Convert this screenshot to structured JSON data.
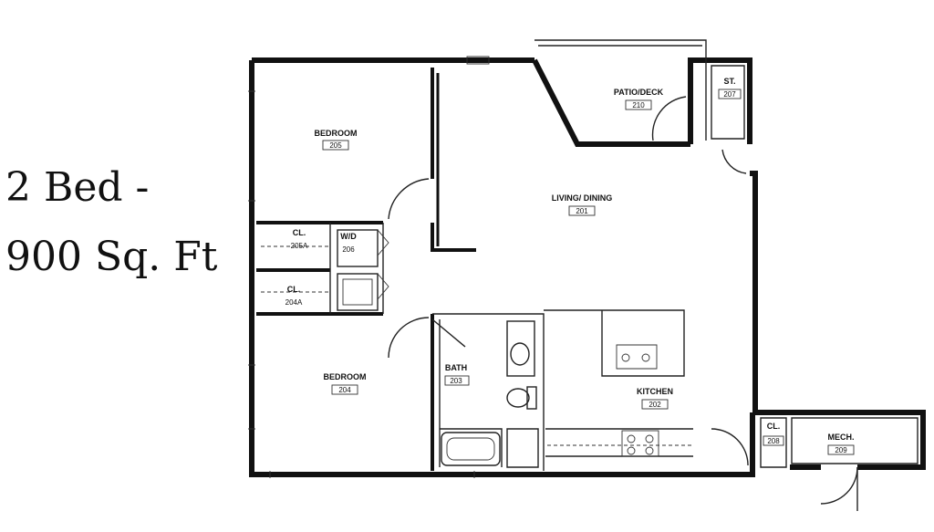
{
  "caption": {
    "line1": "2 Bed -",
    "line2": "900 Sq. Ft"
  },
  "rooms": {
    "bedroom_1": {
      "name": "BEDROOM",
      "number": "205"
    },
    "bedroom_2": {
      "name": "BEDROOM",
      "number": "204"
    },
    "living": {
      "name": "LIVING/ DINING",
      "number": "201"
    },
    "patio": {
      "name": "PATIO/DECK",
      "number": "210"
    },
    "storage": {
      "name": "ST.",
      "number": "207"
    },
    "closet_1": {
      "name": "CL.",
      "number": "205A"
    },
    "closet_2": {
      "name": "CL.",
      "number": "204A"
    },
    "wd": {
      "name": "W/D",
      "number": "206"
    },
    "bath": {
      "name": "BATH",
      "number": "203"
    },
    "kitchen": {
      "name": "KITCHEN",
      "number": "202"
    },
    "closet_3": {
      "name": "CL.",
      "number": "208"
    },
    "mech": {
      "name": "MECH.",
      "number": "209"
    }
  }
}
